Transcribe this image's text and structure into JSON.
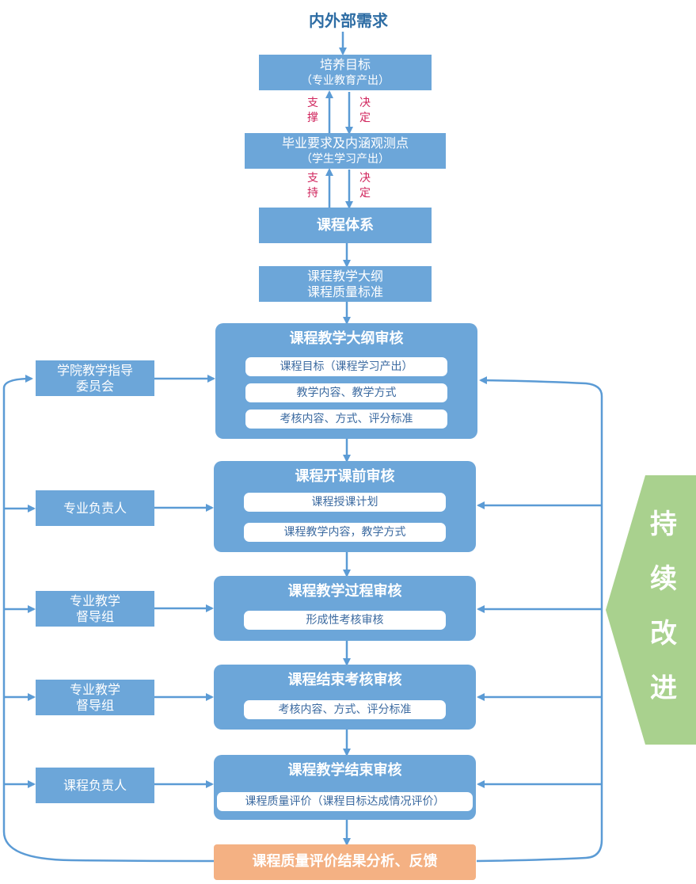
{
  "title": "内外部需求",
  "goal_box": {
    "line1": "培养目标",
    "line2": "（专业教育产出）"
  },
  "grad_box": {
    "line1": "毕业要求及内涵观测点",
    "line2": "（学生学习产出）"
  },
  "support1": [
    "支",
    "撑"
  ],
  "decide1": [
    "决",
    "定"
  ],
  "support2": [
    "支",
    "持"
  ],
  "decide2": [
    "决",
    "定"
  ],
  "system_box": "课程体系",
  "syllabus_box": {
    "line1": "课程教学大纲",
    "line2": "课程质量标准"
  },
  "reviews": [
    {
      "title": "课程教学大纲审核",
      "items": [
        "课程目标（课程学习产出）",
        "教学内容、教学方式",
        "考核内容、方式、评分标准"
      ]
    },
    {
      "title": "课程开课前审核",
      "items": [
        "课程授课计划",
        "课程教学内容，教学方式"
      ]
    },
    {
      "title": "课程教学过程审核",
      "items": [
        "形成性考核审核"
      ]
    },
    {
      "title": "课程结束考核审核",
      "items": [
        "考核内容、方式、评分标准"
      ]
    },
    {
      "title": "课程教学结束审核",
      "items": [
        "课程质量评价（课程目标达成情况评价）"
      ]
    }
  ],
  "actors": [
    {
      "line1": "学院教学指导",
      "line2": "委员会"
    },
    {
      "line1": "专业负责人",
      "line2": ""
    },
    {
      "line1": "专业教学",
      "line2": "督导组"
    },
    {
      "line1": "专业教学",
      "line2": "督导组"
    },
    {
      "line1": "课程负责人",
      "line2": ""
    }
  ],
  "final_box": "课程质量评价结果分析、反馈",
  "continuous": [
    "持",
    "续",
    "改",
    "进"
  ],
  "colors": {
    "box": "#6ca6d9",
    "line": "#5b9bd5",
    "final": "#f4b183",
    "improve": "#a9d18e",
    "red": "#d0245c",
    "title": "#2e6da4"
  }
}
